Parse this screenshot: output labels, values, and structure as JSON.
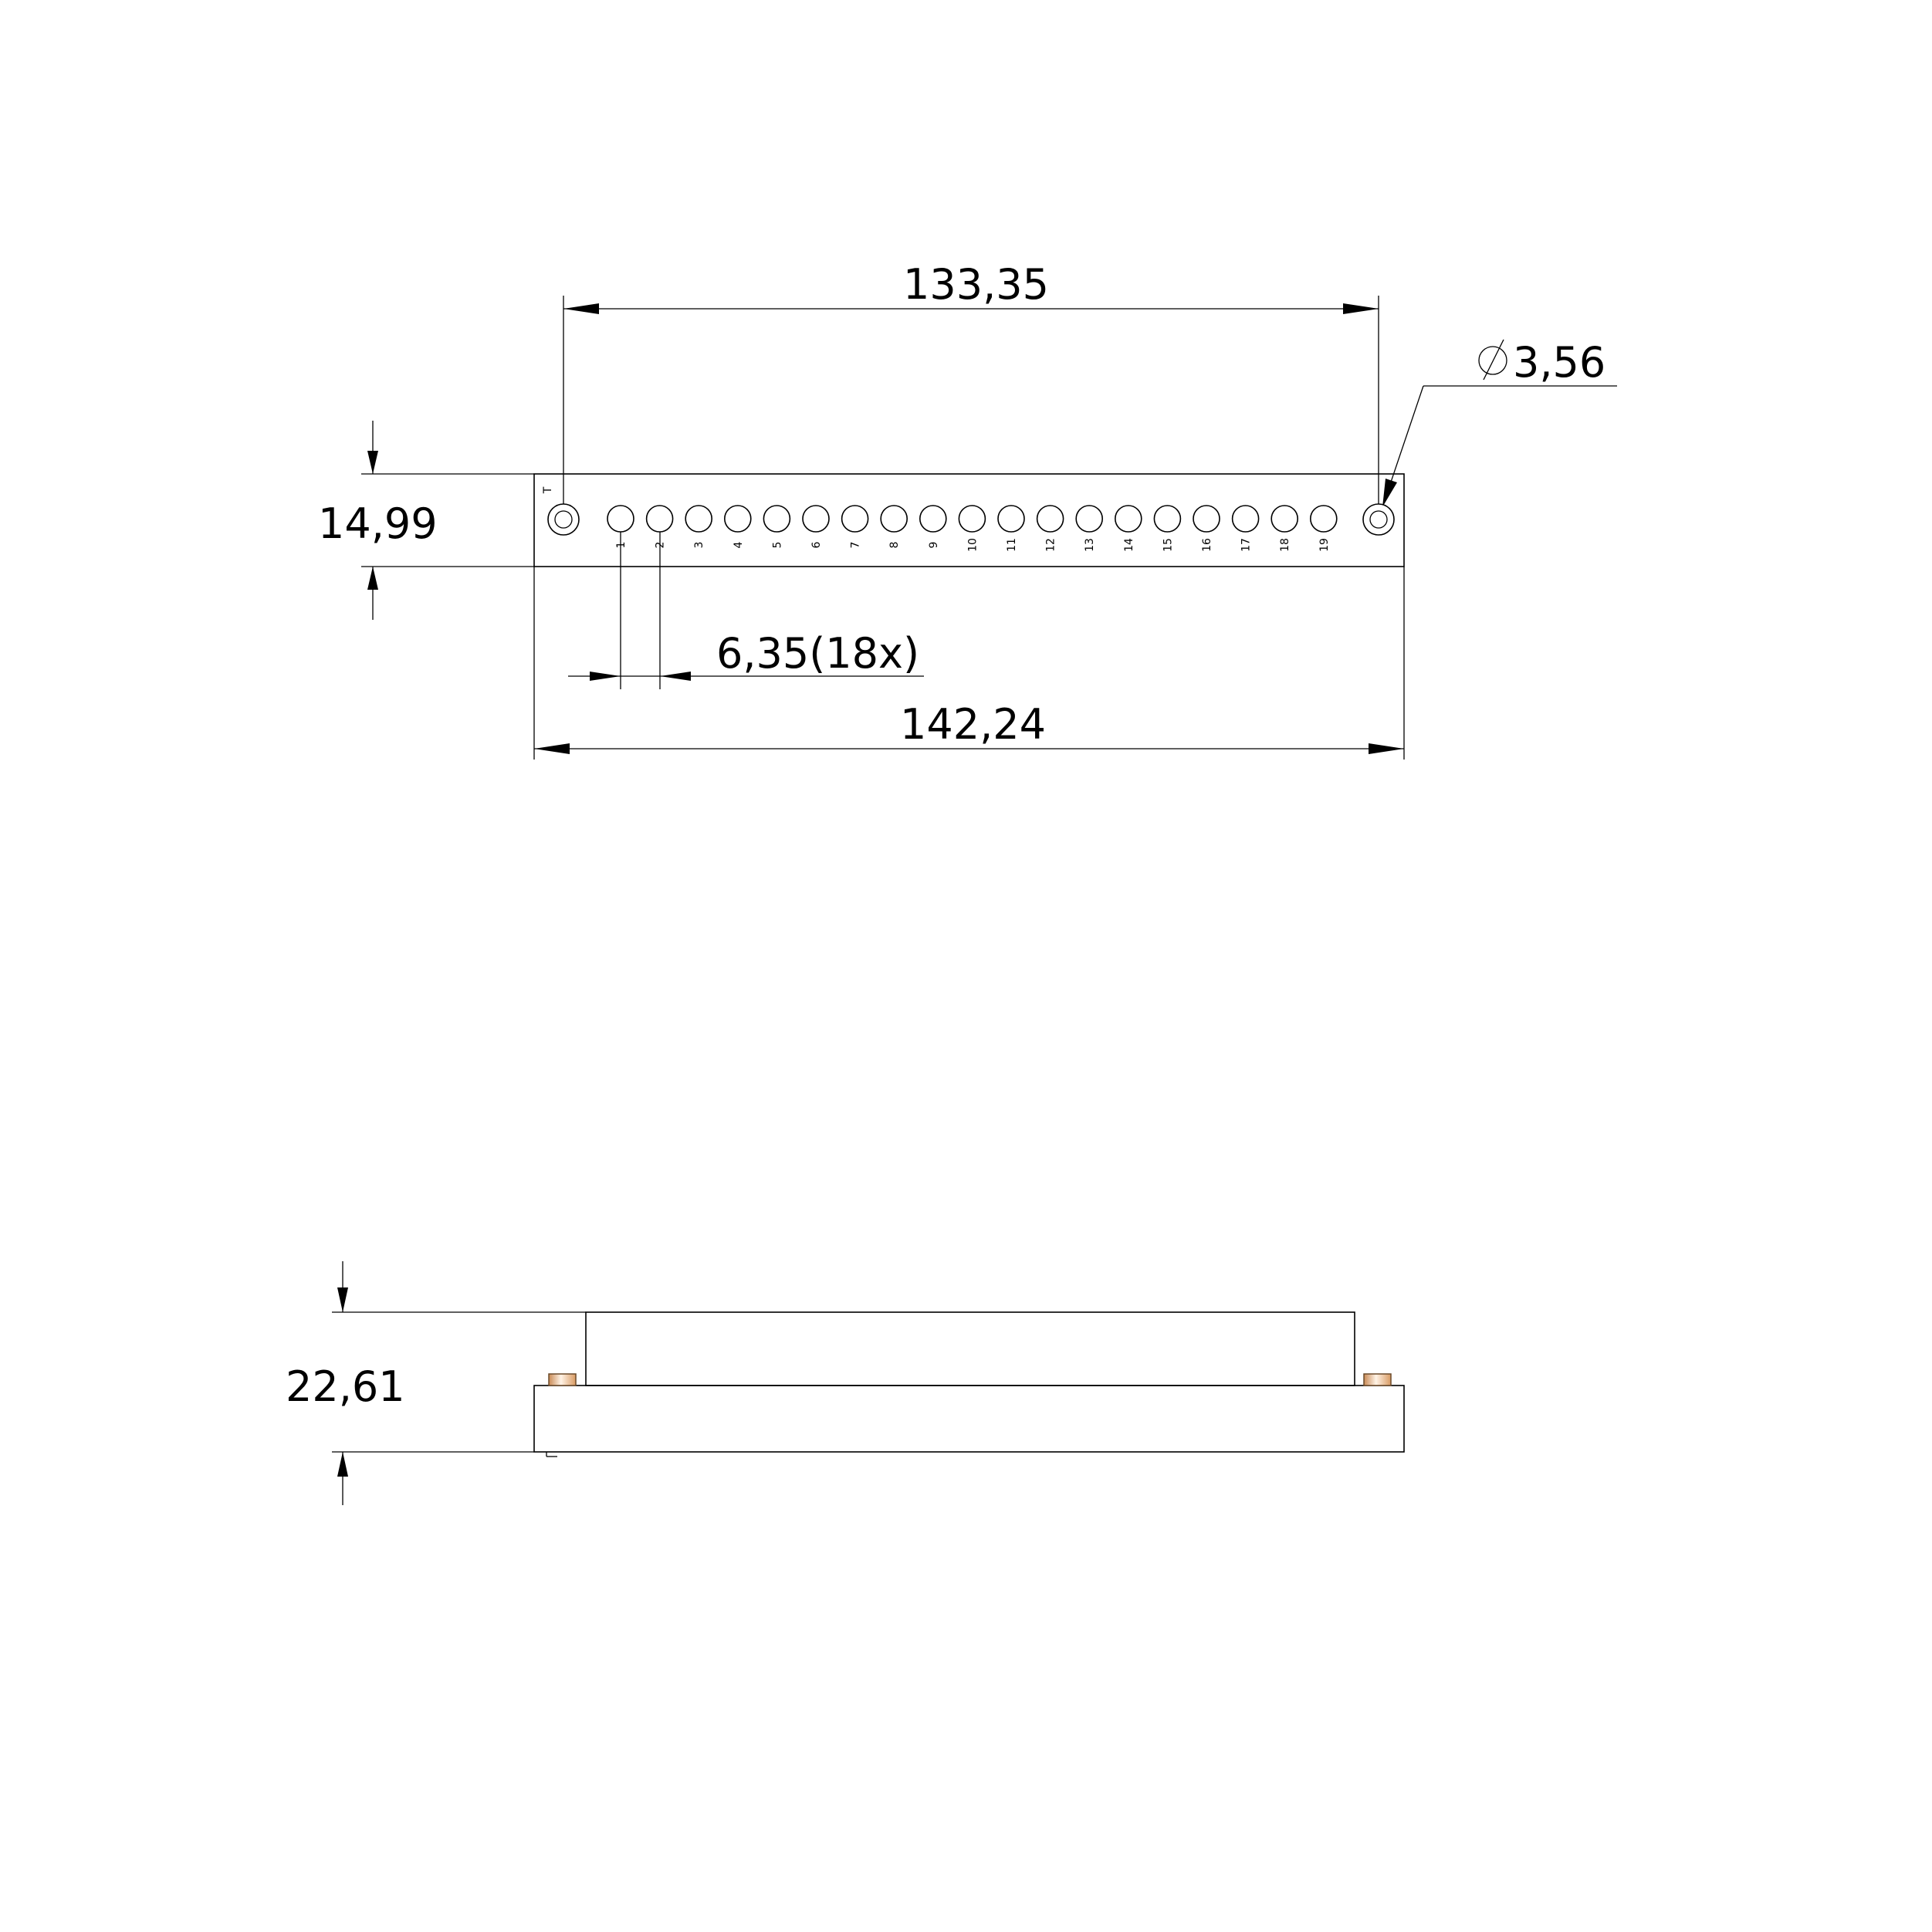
{
  "top_view": {
    "mount_hole_spacing": "133,35",
    "mount_hole_diameter": "3,56",
    "height": "14,99",
    "pin_pitch": "6,35(18x)",
    "overall_width": "142,24",
    "test_pin_label": "T",
    "contacts": [
      "1",
      "2",
      "3",
      "4",
      "5",
      "6",
      "7",
      "8",
      "9",
      "10",
      "11",
      "12",
      "13",
      "14",
      "15",
      "16",
      "17",
      "18",
      "19"
    ]
  },
  "side_view": {
    "overall_height": "22,61"
  },
  "colors": {
    "line": "#000000",
    "pin_fill": "#f0c9a0",
    "pin_highlight": "#fff3e6"
  }
}
